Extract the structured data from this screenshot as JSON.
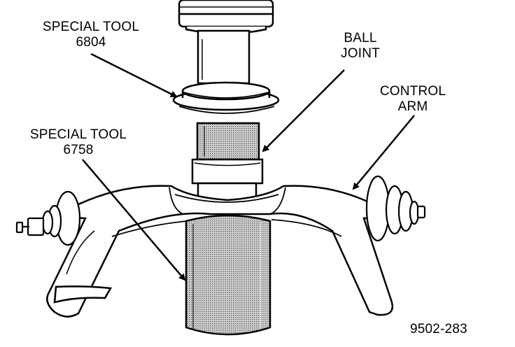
{
  "labels": {
    "tool_upper": {
      "line1": "SPECIAL TOOL",
      "line2": "6804"
    },
    "ball_joint": {
      "line1": "BALL",
      "line2": "JOINT"
    },
    "control_arm": {
      "line1": "CONTROL",
      "line2": "ARM"
    },
    "tool_lower": {
      "line1": "SPECIAL TOOL",
      "line2": "6758"
    }
  },
  "figure_number": "9502-283",
  "colors": {
    "ink": "#000000",
    "paper": "#ffffff",
    "shade": "#9a9a9a"
  }
}
